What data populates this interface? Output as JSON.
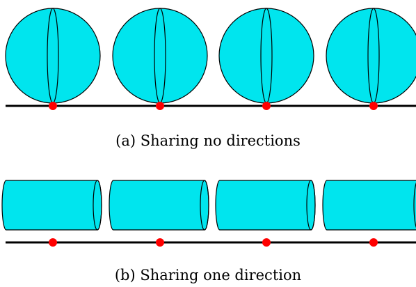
{
  "colors": {
    "fill": "#00e5ee",
    "outline": "#000000",
    "point": "#ff0000",
    "line": "#000000"
  },
  "panels": [
    {
      "caption": "(a) Sharing no directions",
      "shape": "sphere",
      "count": 4
    },
    {
      "caption": "(b) Sharing one direction",
      "shape": "cylinder",
      "count": 4
    }
  ]
}
